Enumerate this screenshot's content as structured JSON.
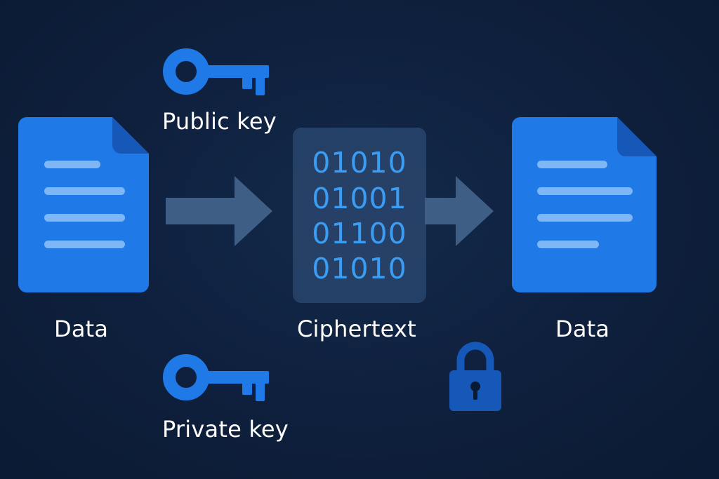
{
  "nodes": {
    "source": {
      "label": "Data"
    },
    "cipher": {
      "label": "Ciphertext",
      "bits": [
        "01010",
        "01001",
        "01100",
        "01010"
      ]
    },
    "target": {
      "label": "Data"
    }
  },
  "keys": {
    "public": {
      "label": "Public key"
    },
    "private": {
      "label": "Private key"
    }
  },
  "icons": {
    "key": "key-icon",
    "lock": "lock-icon",
    "document": "document-icon",
    "arrow": "arrow-right-icon"
  },
  "colors": {
    "background": "#0f213f",
    "accent": "#1f7ae8",
    "accent_dark": "#1658b8",
    "document_lines": "#7fb6f5",
    "arrow": "#3f5e86",
    "cipher_panel": "#2b4870",
    "cipher_text": "#3a9cf2",
    "text": "#ffffff"
  }
}
